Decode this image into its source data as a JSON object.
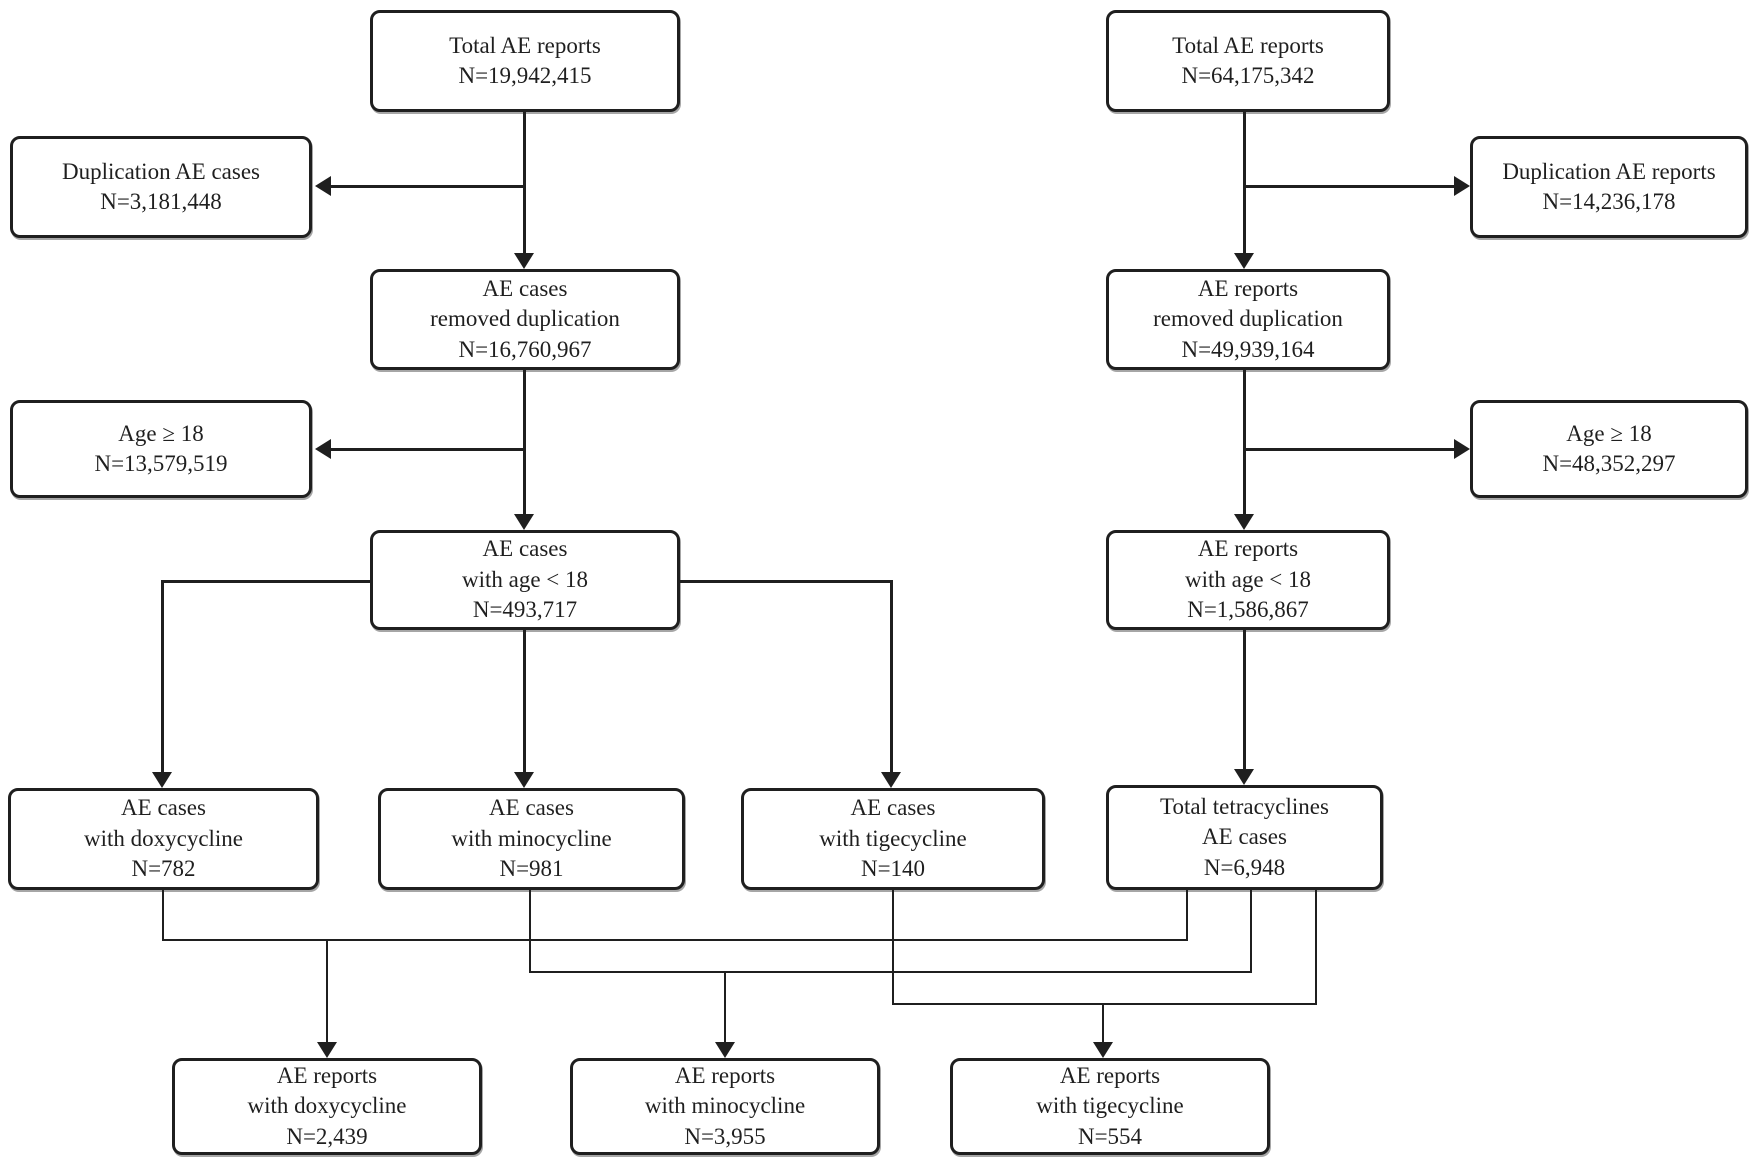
{
  "theme": {
    "background": "#ffffff",
    "line_color": "#1f1f1f",
    "box_border_color": "#1f1f1f",
    "box_fill": "#ffffff",
    "text_color": "#1f1f1f"
  },
  "boxes": {
    "left_total": {
      "lines": [
        "Total AE reports",
        "N=19,942,415"
      ]
    },
    "left_duplication": {
      "lines": [
        "Duplication AE cases",
        "N=3,181,448"
      ]
    },
    "left_removed_duplication": {
      "lines": [
        "AE cases",
        "removed duplication",
        "N=16,760,967"
      ]
    },
    "left_age_ge18": {
      "lines": [
        "Age ≥ 18",
        "N=13,579,519"
      ]
    },
    "left_age_lt18": {
      "lines": [
        "AE cases",
        "with age < 18",
        "N=493,717"
      ]
    },
    "doxycycline_cases": {
      "lines": [
        "AE cases",
        "with doxycycline",
        "N=782"
      ]
    },
    "minocycline_cases": {
      "lines": [
        "AE cases",
        "with minocycline",
        "N=981"
      ]
    },
    "tigecycline_cases": {
      "lines": [
        "AE cases",
        "with tigecycline",
        "N=140"
      ]
    },
    "right_total": {
      "lines": [
        "Total AE reports",
        "N=64,175,342"
      ]
    },
    "right_duplication": {
      "lines": [
        "Duplication AE reports",
        "N=14,236,178"
      ]
    },
    "right_removed_duplication": {
      "lines": [
        "AE reports",
        "removed duplication",
        "N=49,939,164"
      ]
    },
    "right_age_ge18": {
      "lines": [
        "Age ≥ 18",
        "N=48,352,297"
      ]
    },
    "right_age_lt18": {
      "lines": [
        "AE reports",
        "with age < 18",
        "N=1,586,867"
      ]
    },
    "total_tetracyclines": {
      "lines": [
        "Total tetracyclines",
        "AE cases",
        "N=6,948"
      ]
    },
    "doxycycline_reports": {
      "lines": [
        "AE reports",
        "with doxycycline",
        "N=2,439"
      ]
    },
    "minocycline_reports": {
      "lines": [
        "AE reports",
        "with minocycline",
        "N=3,955"
      ]
    },
    "tigecycline_reports": {
      "lines": [
        "AE reports",
        "with tigecycline",
        "N=554"
      ]
    }
  }
}
